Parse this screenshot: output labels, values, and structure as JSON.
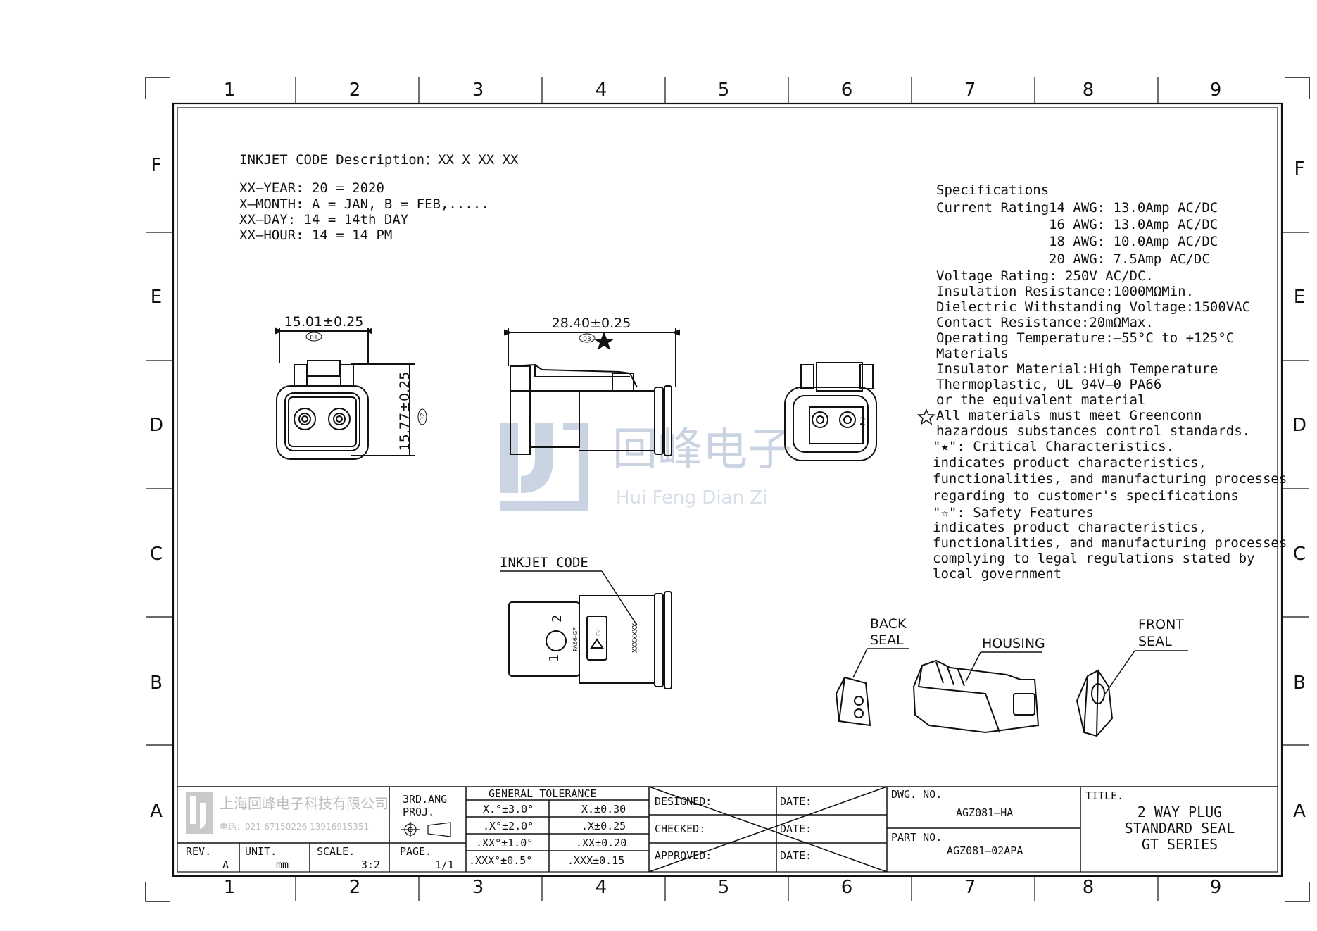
{
  "frame": {
    "cols": [
      "1",
      "2",
      "3",
      "4",
      "5",
      "6",
      "7",
      "8",
      "9"
    ],
    "rows": [
      "F",
      "E",
      "D",
      "C",
      "B",
      "A"
    ]
  },
  "inkjet": {
    "heading": "INKJET CODE  Description：XX  X  XX  XX",
    "lines": [
      "XX—YEAR:   20  =  2020",
      "X—MONTH:   A  =  JAN,  B  =  FEB,.....",
      "XX—DAY:    14  =  14th  DAY",
      "XX—HOUR:   14  =  14  PM"
    ]
  },
  "dimensions": {
    "width": "15.01±0.25",
    "width_ref": "01",
    "height": "15.77±0.25",
    "height_ref": "02",
    "length": "28.40±0.25",
    "length_ref": "03"
  },
  "side_view": {
    "label": "INKJET CODE",
    "code": "XXXXXXX",
    "pin1": "1",
    "pin2": "2",
    "material_mark": "PA66-GF",
    "logo_text": "GH"
  },
  "front_view": {
    "pin_label": "2"
  },
  "watermark": {
    "cn": "回峰电子",
    "en": "Hui Feng Dian Zi"
  },
  "specs": {
    "title": "Specifications",
    "current_label": "Current  Rating",
    "current": [
      "14  AWG:  13.0Amp  AC/DC",
      "16  AWG:  13.0Amp  AC/DC",
      "18  AWG:  10.0Amp  AC/DC",
      "20  AWG:  7.5Amp    AC/DC"
    ],
    "lines": [
      "Voltage  Rating:  250V  AC/DC.",
      "Insulation  Resistance:1000MΩMin.",
      "Dielectric  Withstanding  Voltage:1500VAC",
      "Contact  Resistance:20mΩMax.",
      "Operating  Temperature:—55°C  to  +125°C",
      "Materials",
      "Insulator  Material:High  Temperature",
      "Thermoplastic,  UL  94V—0  PA66",
      "or  the  equivalent  material"
    ],
    "green": [
      "All  materials  must  meet  Greenconn",
      "hazardous  substances  control  standards."
    ],
    "critical_head": "\"★\":  Critical  Characteristics.",
    "critical_lines": [
      "indicates  product  characteristics,",
      "functionalities,  and  manufacturing  processes",
      "regarding  to  customer's  specifications"
    ],
    "safety_head": "\"☆\":  Safety  Features",
    "safety_lines": [
      "indicates  product  characteristics,",
      "functionalities,  and  manufacturing  processes",
      "complying  to  legal  regulations  stated  by",
      "local  government"
    ]
  },
  "parts": {
    "back_seal": [
      "BACK",
      "SEAL"
    ],
    "housing": "HOUSING",
    "front_seal": [
      "FRONT",
      "SEAL"
    ]
  },
  "title_block": {
    "company_cn": "上海回峰电子科技有限公司",
    "company_tel": "电话：021-67150226  13916915351",
    "rev_label": "REV.",
    "rev": "A",
    "unit_label": "UNIT.",
    "unit": "mm",
    "scale_label": "SCALE.",
    "scale": "3:2",
    "proj_label": [
      "3RD.ANG",
      "PROJ."
    ],
    "page_label": "PAGE.",
    "page": "1/1",
    "tol_title": "GENERAL  TOLERANCE",
    "tol_left": [
      "X.°±3.0°",
      ".X°±2.0°",
      ".XX°±1.0°",
      ".XXX°±0.5°"
    ],
    "tol_right": [
      "X.±0.30",
      ".X±0.25",
      ".XX±0.20",
      ".XXX±0.15"
    ],
    "designed": "DESIGNED:",
    "checked": "CHECKED:",
    "approved": "APPROVED:",
    "date": "DATE:",
    "dwg_label": "DWG.  NO.",
    "dwg": "AGZ081—HA",
    "part_label": "PART  NO.",
    "part": "AGZ081—02APA",
    "title_label": "TITLE.",
    "title_lines": [
      "2  WAY  PLUG",
      "STANDARD  SEAL",
      "GT  SERIES"
    ]
  },
  "colors": {
    "line": "#111111",
    "watermark": "#9fb0cc"
  }
}
